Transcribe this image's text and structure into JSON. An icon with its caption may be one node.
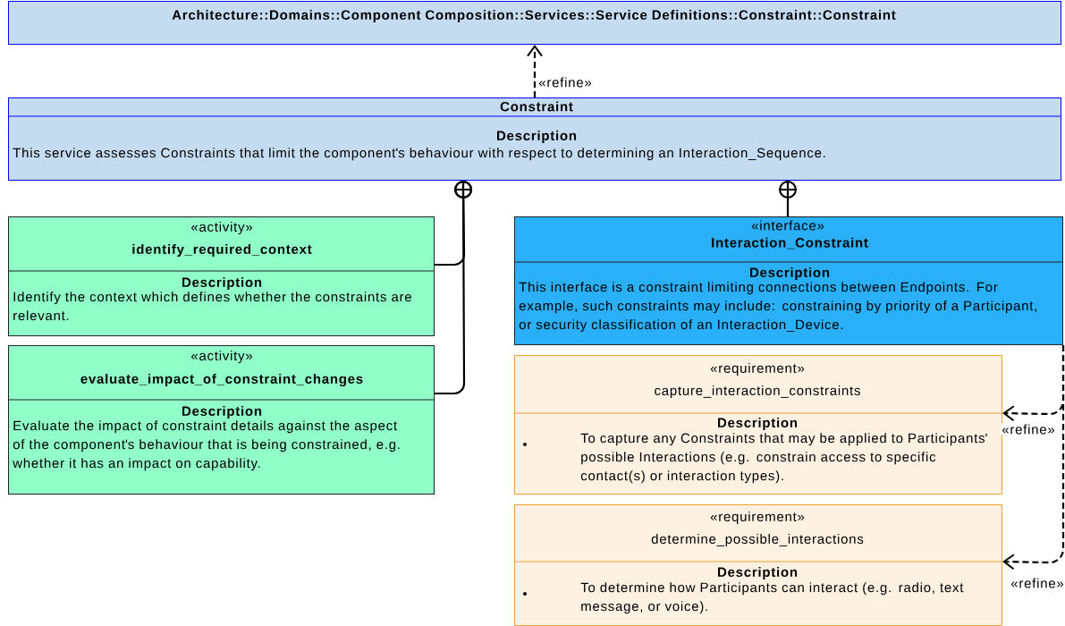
{
  "diagram": {
    "nodes": [
      {
        "text": [
          "Architecture::Domains::Component Composition::Services::Service Definitions::Constraint::Constraint"
        ]
      },
      {
        "text": [
          "Constraint",
          "Description",
          "This service assesses Constraints that limit the component's behaviour with respect to determining an Interaction_Sequence."
        ]
      },
      {
        "text": [
          "«activity»",
          "identify_required_context",
          "Description",
          "Identify the context which defines whether the constraints are relevant."
        ]
      },
      {
        "text": [
          "«activity»",
          "evaluate_impact_of_constraint_changes",
          "Description",
          "Evaluate the impact of constraint details against the aspect of the component's behaviour that is being constrained, e.g. whether it has an impact on capability."
        ]
      },
      {
        "text": [
          "«interface»",
          "Interaction_Constraint",
          "Description",
          "This interface is a constraint limiting connections between Endpoints. For example, such constraints may include: constraining by priority of a Participant, or security classification of an Interaction_Device."
        ]
      },
      {
        "text": [
          "«requirement»",
          "capture_interaction_constraints",
          "Description",
          "To capture any Constraints that may be applied to Participants' possible Interactions (e.g. constrain access to specific contact(s) or interaction types)."
        ]
      },
      {
        "text": [
          "«requirement»",
          "determine_possible_interactions",
          "Description",
          "To determine how Participants can interact (e.g. radio, text message, or voice)."
        ]
      }
    ],
    "edges": [
      {
        "from": 1,
        "to": 0,
        "arrow": "to",
        "label": "«refine»",
        "style": "dashed"
      },
      {
        "from": 2,
        "to": 1,
        "arrow": "other"
      },
      {
        "from": 3,
        "to": 1,
        "arrow": "other"
      },
      {
        "from": 4,
        "to": 1,
        "arrow": "other"
      },
      {
        "from": 4,
        "to": 5,
        "arrow": "to",
        "label": "«refine»",
        "style": "dashed"
      },
      {
        "from": 4,
        "to": 6,
        "arrow": "to",
        "label": "«refine»",
        "style": "dashed"
      }
    ]
  }
}
